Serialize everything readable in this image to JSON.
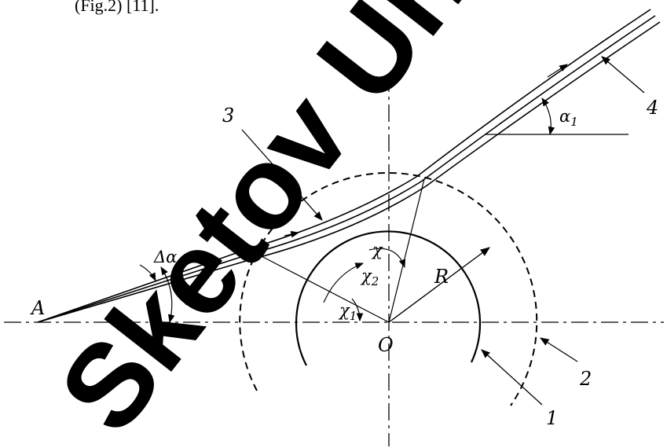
{
  "top_text": "(Fig.2) [11].",
  "watermark": "Sketov Uni",
  "labels": {
    "point_a": "A",
    "origin": "O",
    "radius": "R",
    "alpha": "α",
    "delta_alpha": "Δα",
    "alpha1": "α",
    "alpha1_sub": "1",
    "chi": "χ",
    "chi1": "χ",
    "chi1_sub": "1",
    "chi2": "χ",
    "chi2_sub": "2",
    "num1": "1",
    "num2": "2",
    "num3": "3",
    "num4": "4"
  }
}
